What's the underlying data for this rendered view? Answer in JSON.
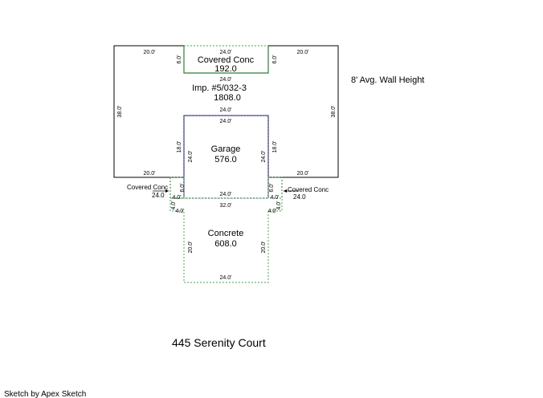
{
  "note": "8' Avg. Wall Height",
  "address": "445 Serenity Court",
  "credit": "Sketch by Apex Sketch",
  "colors": {
    "wall": "#000000",
    "covered": "#2e7d32",
    "garage": "#1a237e",
    "concrete": "#66bb6a"
  },
  "areas": {
    "main": {
      "name": "Imp. #5/032-3",
      "area": "1808.0"
    },
    "covered_top": {
      "name": "Covered Conc",
      "area": "192.0"
    },
    "garage": {
      "name": "Garage",
      "area": "576.0"
    },
    "concrete": {
      "name": "Concrete",
      "area": "608.0"
    },
    "covered_left": {
      "name": "Covered Conc",
      "area": "24.0"
    },
    "covered_right": {
      "name": "Covered Conc",
      "area": "24.0"
    }
  },
  "dims": {
    "top_left": "20.0'",
    "top_mid": "24.0'",
    "top_right": "20.0'",
    "cc_left": "6.0'",
    "cc_right": "6.0'",
    "cc_bottom": "24.0'",
    "left_side": "38.0'",
    "right_side": "38.0'",
    "garage_top_outer": "24.0'",
    "garage_top_inner": "24.0'",
    "garage_left_outer": "18.0'",
    "garage_left_inner": "24.0'",
    "garage_right_inner": "24.0'",
    "garage_right_outer": "18.0'",
    "bottom_left": "20.0'",
    "bottom_right": "20.0'",
    "garage_bottom": "24.0'",
    "small_left_v": "6.0'",
    "small_right_v": "6.0'",
    "small_left_h": "4.0'",
    "small_right_h": "4.0'",
    "small_left_v2": "4.0'",
    "small_right_v2": "4.0'",
    "conc_top": "32.0'",
    "conc_left_top": "4.0'",
    "conc_right_top": "4.0'",
    "conc_left": "20.0'",
    "conc_right": "20.0'",
    "conc_bottom": "24.0'"
  }
}
